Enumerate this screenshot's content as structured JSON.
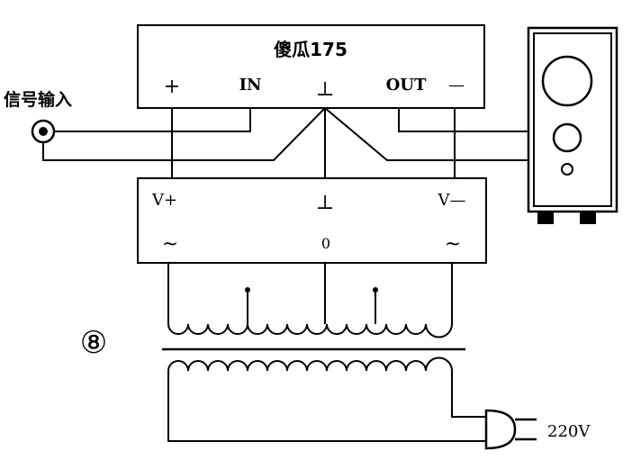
{
  "amplifier": {
    "title": "傻瓜175",
    "plus": "+",
    "in": "IN",
    "ground": "⊥",
    "out": "OUT",
    "minus": "—"
  },
  "power_supply": {
    "v_plus": "V+",
    "ground": "⊥",
    "v_minus": "V—",
    "ac_left": "~",
    "zero": "0",
    "ac_right": "~"
  },
  "signal_input": "信号输入",
  "figure_number": "⑧",
  "mains": "220V"
}
